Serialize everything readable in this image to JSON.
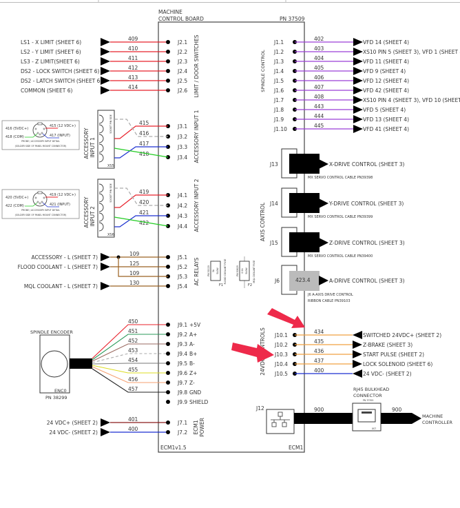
{
  "board": {
    "title_line1": "MACHINE",
    "title_line2": "CONTROL BOARD",
    "part_number": "PN 37509",
    "footer_left": "ECM1v1.5",
    "footer_right": "ECM1"
  },
  "colors": {
    "red": "#e8202a",
    "purple": "#9b3fd6",
    "orange": "#f0a040",
    "brown": "#9a6020",
    "blue": "#1a2fd0",
    "green": "#22cc22",
    "gray": "#aaaaaa",
    "darkred": "#8b1a1a",
    "annotation_arrow": "#ee2a4a"
  },
  "limit_switches": {
    "section_label": "LIMIT / DOOR SWITCHES",
    "rows": [
      {
        "label": "LS1 - X LIMIT (SHEET 6)",
        "wire": "409",
        "pin": "J2.1"
      },
      {
        "label": "LS2 - Y LIMIT (SHEET 6)",
        "wire": "410",
        "pin": "J2.2"
      },
      {
        "label": "LS3 - Z LIMIT(SHEET 6)",
        "wire": "411",
        "pin": "J2.3"
      },
      {
        "label": "DS2 - LOCK SWITCH (SHEET 6)",
        "wire": "412",
        "pin": "J2.4"
      },
      {
        "label": "DS2 - LATCH SWITCH (SHEET 6)",
        "wire": "413",
        "pin": "J2.5"
      },
      {
        "label": "COMMON (SHEET 6)",
        "wire": "414",
        "pin": "J2.6"
      }
    ]
  },
  "spindle_control": {
    "section_label": "SPINDLE CONTROL",
    "rows": [
      {
        "pin": "J1.1",
        "wire": "402",
        "label": "VFD 14 (SHEET 4)"
      },
      {
        "pin": "J1.2",
        "wire": "403",
        "label": "XS10 PIN 5 (SHEET 3), VFD 1 (SHEET 4)"
      },
      {
        "pin": "J1.3",
        "wire": "404",
        "label": "VFD 11 (SHEET 4)"
      },
      {
        "pin": "J1.4",
        "wire": "405",
        "label": "VFD 9 (SHEET 4)"
      },
      {
        "pin": "J1.5",
        "wire": "406",
        "label": "VFD 12 (SHEET 4)"
      },
      {
        "pin": "J1.6",
        "wire": "407",
        "label": "VFD 42 (SHEET 4)"
      },
      {
        "pin": "J1.7",
        "wire": "408",
        "label": "XS10 PIN 4 (SHEET 3), VFD 10 (SHEET 4)"
      },
      {
        "pin": "J1.8",
        "wire": "443",
        "label": "VFD 5 (SHEET 4)"
      },
      {
        "pin": "J1.9",
        "wire": "444",
        "label": "VFD 13 (SHEET 4)"
      },
      {
        "pin": "J1.10",
        "wire": "445",
        "label": "VFD 41 (SHEET 4)"
      }
    ]
  },
  "accessory_input_1": {
    "section_label": "ACCESSORY INPUT 1",
    "connector_label_line1": "ACCESSORY",
    "connector_label_line2": "INPUT 1",
    "connector_id": "XS5",
    "socket_note": "SOCKET PIN SIDE",
    "detail": {
      "left_top": "416 (5VDC+)",
      "left_bottom": "418 (COM)",
      "right_top": "415 (12 VDC+)",
      "right_bottom": "417 (INPUT)",
      "caption1": "PROBE / ACCESSORY INPUT DETAIL",
      "caption2": "(SOLDER SIDE OF PANEL MOUNT CONNECTOR)"
    },
    "rows": [
      {
        "wire": "415",
        "pin": "J3.1"
      },
      {
        "wire": "416",
        "pin": "J3.2"
      },
      {
        "wire": "417",
        "pin": "J3.3"
      },
      {
        "wire": "418",
        "pin": "J3.4"
      }
    ]
  },
  "accessory_input_2": {
    "section_label": "ACCESSORY INPUT 2",
    "connector_label_line1": "ACCESSORY",
    "connector_label_line2": "INPUT 2",
    "connector_id": "XS6",
    "socket_note": "SOCKET PIN SIDE",
    "detail": {
      "left_top": "420 (5VDC+)",
      "left_bottom": "422 (COM)",
      "right_top": "419 (12 VDC+)",
      "right_bottom": "421 (INPUT)",
      "caption1": "PROBE / ACCESSORY INPUT DETAIL",
      "caption2": "(SOLDER SIDE OF PANEL MOUNT CONNECTOR)"
    },
    "rows": [
      {
        "wire": "419",
        "pin": "J4.1"
      },
      {
        "wire": "420",
        "pin": "J4.2"
      },
      {
        "wire": "421",
        "pin": "J4.3"
      },
      {
        "wire": "422",
        "pin": "J4.4"
      }
    ]
  },
  "axis_control": {
    "section_label": "AXIS CONTROL",
    "rows": [
      {
        "port": "J13",
        "label": "X-DRIVE CONTROL (SHEET 3)",
        "cable": "MX SERVO CONTROL CABLE PN39398"
      },
      {
        "port": "J14",
        "label": "Y-DRIVE CONTROL (SHEET 3)",
        "cable": "MX SERVO CONTROL CABLE PN39399"
      },
      {
        "port": "J15",
        "label": "Z-DRIVE CONTROL (SHEET 3)",
        "cable": "MX SERVO CONTROL CABLE PN39400"
      }
    ],
    "a_axis": {
      "port": "J6",
      "wire": "423.4",
      "label": "A-DRIVE CONTROL (SHEET 3)",
      "cable_line1": "J6 A-AXIS DRIVE CONTROL",
      "cable_line2": "RIBBON CABLE PN39103"
    }
  },
  "ac_relays": {
    "section_label": "AC RELAYS",
    "rows": [
      {
        "label": "ACCESSORY - L (SHEET 7)",
        "wire": "109",
        "pin": "J5.1"
      },
      {
        "label": "FLOOD COOLANT - L (SHEET 7)",
        "wire": "125",
        "pin": "J5.2"
      },
      {
        "label": "",
        "wire": "109",
        "pin": "J5.3"
      },
      {
        "label": "MQL COOLANT - L (SHEET 7)",
        "wire": "130",
        "pin": "J5.4"
      }
    ],
    "fuses": [
      {
        "pn": "PN 31120",
        "rating": "3A",
        "type": "SLOW",
        "id": "F1",
        "name": "FLOOD COOLANT FUSE"
      },
      {
        "pn": "PN 50829",
        "rating": "0.5A",
        "type": "SLOW",
        "id": "F2",
        "name": "MQL COOLANT FUSE"
      }
    ]
  },
  "spindle_encoder": {
    "title": "SPINDLE ENCODER",
    "id": "ENC0",
    "part_number": "PN 38299",
    "rows": [
      {
        "wire": "450",
        "pin": "J9.1",
        "signal": "+5V"
      },
      {
        "wire": "451",
        "pin": "J9.2",
        "signal": "A+"
      },
      {
        "wire": "452",
        "pin": "J9.3",
        "signal": "A-"
      },
      {
        "wire": "453",
        "pin": "J9.4",
        "signal": "B+"
      },
      {
        "wire": "454",
        "pin": "J9.5",
        "signal": "B-"
      },
      {
        "wire": "455",
        "pin": "J9.6",
        "signal": "Z+"
      },
      {
        "wire": "456",
        "pin": "J9.7",
        "signal": "Z-"
      },
      {
        "wire": "457",
        "pin": "J9.8",
        "signal": "GND"
      },
      {
        "wire": "",
        "pin": "J9.9",
        "signal": "SHIELD"
      }
    ]
  },
  "power": {
    "section_label_line1": "ECM1",
    "section_label_line2": "POWER",
    "rows": [
      {
        "label": "24 VDC+ (SHEET 2)",
        "wire": "401",
        "pin": "J7.1"
      },
      {
        "label": "24 VDC- (SHEET 2)",
        "wire": "400",
        "pin": "J7.2"
      }
    ]
  },
  "controls_24vdc": {
    "section_label": "24VDC CONTROLS",
    "rows": [
      {
        "pin": "J10.1",
        "wire": "434",
        "label": "SWITCHED 24VDC+ (SHEET 2)",
        "direction": "in"
      },
      {
        "pin": "J10.2",
        "wire": "435",
        "label": "Z-BRAKE (SHEET 3)",
        "direction": "out"
      },
      {
        "pin": "J10.3",
        "wire": "436",
        "label": "START PULSE (SHEET 2)",
        "direction": "out"
      },
      {
        "pin": "J10.4",
        "wire": "437",
        "label": "LOCK SOLENOID (SHEET 6)",
        "direction": "out"
      },
      {
        "pin": "J10.5",
        "wire": "400",
        "label": "24 VDC- (SHEET 2)",
        "direction": "in"
      }
    ]
  },
  "ethernet": {
    "port": "J12",
    "wire_in": "900",
    "wire_out": "900",
    "bulkhead_line1": "RJ45 BULKHEAD",
    "bulkhead_line2": "CONNECTOR",
    "bulkhead_pn": "PN 37355",
    "bulkhead_id": "XS7",
    "destination_line1": "MACHINE",
    "destination_line2": "CONTROLLER"
  }
}
